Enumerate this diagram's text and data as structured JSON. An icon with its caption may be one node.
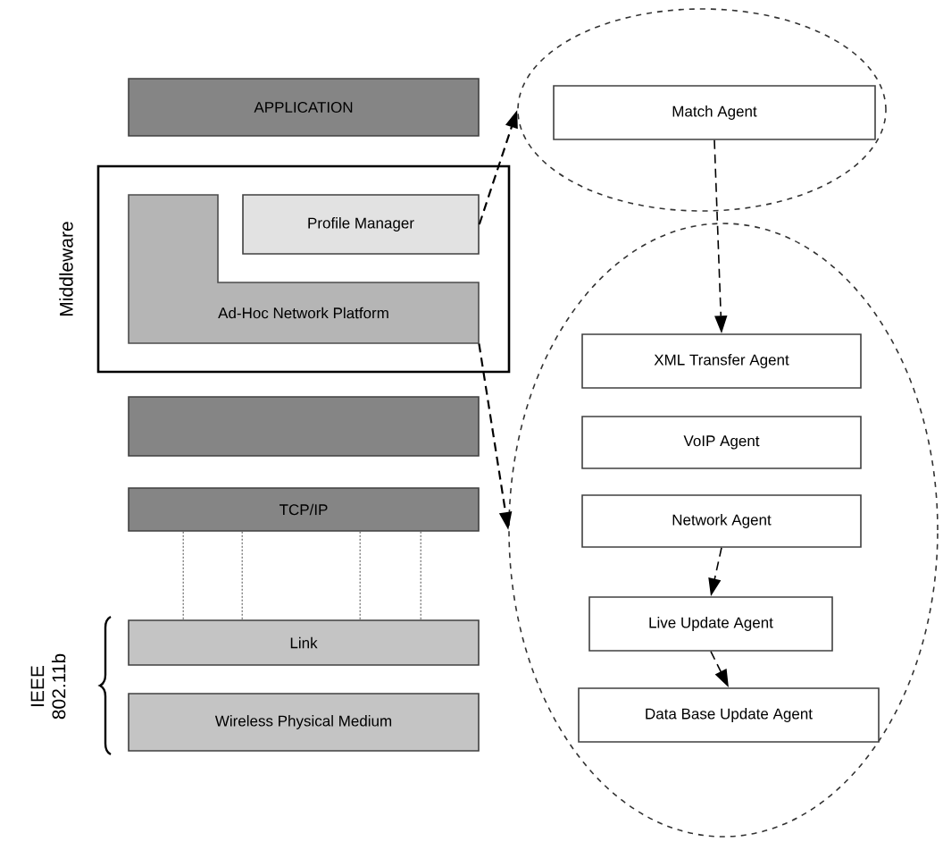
{
  "diagram": {
    "nodes": [
      {
        "text": [
          "APPLICATION"
        ]
      },
      {
        "text": [
          "Middleware"
        ]
      },
      {
        "text": [
          "Ad-Hoc Network Platform"
        ],
        "in": 1
      },
      {
        "text": [
          "Profile Manager"
        ],
        "in": 1
      },
      {
        "text": [],
        "shape": "box"
      },
      {
        "text": [
          "TCP/IP"
        ]
      },
      {
        "text": [
          "Link"
        ]
      },
      {
        "text": [
          "Wireless Physical Medium"
        ]
      },
      {
        "text": [],
        "shape": "ellipse"
      },
      {
        "text": [
          "Match Agent"
        ],
        "in": 8
      },
      {
        "text": [],
        "shape": "ellipse"
      },
      {
        "text": [
          "XML Transfer Agent"
        ],
        "in": 10
      },
      {
        "text": [
          "VoIP Agent"
        ],
        "in": 10
      },
      {
        "text": [
          "Network Agent"
        ],
        "in": 10
      },
      {
        "text": [
          "Live Update Agent"
        ],
        "in": 10
      },
      {
        "text": [
          "Data Base Update Agent"
        ],
        "in": 10
      }
    ],
    "edges": [
      {
        "from": 3,
        "to": 8,
        "arrow": "to",
        "style": "dashed"
      },
      {
        "from": 2,
        "to": 10,
        "arrow": "to",
        "style": "dashed"
      },
      {
        "from": 9,
        "to": 11,
        "arrow": "to",
        "style": "dashed"
      },
      {
        "from": 13,
        "to": 14,
        "arrow": "to",
        "style": "dashed"
      },
      {
        "from": 14,
        "to": 15,
        "arrow": "to",
        "style": "dashed"
      },
      {
        "from": 5,
        "to": 6,
        "arrow": "none",
        "style": "dashed",
        "color": "#666666"
      },
      {
        "from": 5,
        "to": 6,
        "arrow": "none",
        "style": "dashed",
        "color": "#666666"
      },
      {
        "from": 5,
        "to": 6,
        "arrow": "none",
        "style": "dashed",
        "color": "#666666"
      },
      {
        "from": 5,
        "to": 6,
        "arrow": "none",
        "style": "dashed",
        "color": "#666666"
      }
    ],
    "labels": [
      "IEEE 802.11b"
    ]
  }
}
